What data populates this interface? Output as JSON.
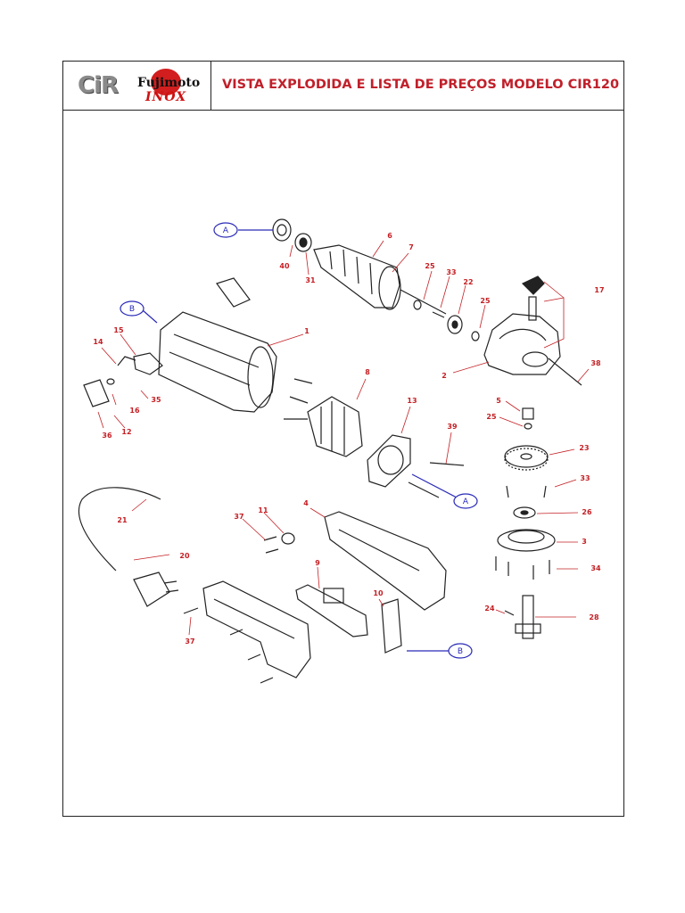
{
  "header": {
    "brand_cir": "CiR",
    "brand_fujimoto": "Fujimoto",
    "brand_inox": "INOX",
    "title": "VISTA EXPLODIDA E LISTA DE PREÇOS MODELO CIR120"
  },
  "colors": {
    "label": "#c42025",
    "reference": "#2a2ab8",
    "title": "#c0202a"
  },
  "callouts": {
    "p1": "1",
    "p2": "2",
    "p3": "3",
    "p4": "4",
    "p5": "5",
    "p6": "6",
    "p7": "7",
    "p8": "8",
    "p9": "9",
    "p10": "10",
    "p11": "11",
    "p12": "12",
    "p13": "13",
    "p14": "14",
    "p15": "15",
    "p16": "16",
    "p17": "17",
    "p20": "20",
    "p21": "21",
    "p22": "22",
    "p23": "23",
    "p24": "24",
    "p25a": "25",
    "p25b": "25",
    "p25c": "25",
    "p26": "26",
    "p28": "28",
    "p31": "31",
    "p33a": "33",
    "p33b": "33",
    "p34": "34",
    "p35": "35",
    "p36": "36",
    "p37a": "37",
    "p37b": "37",
    "p38": "38",
    "p39": "39",
    "p40": "40"
  },
  "refs": {
    "a_top": "A",
    "a_mid": "A",
    "b_left": "B",
    "b_bottom": "B"
  }
}
